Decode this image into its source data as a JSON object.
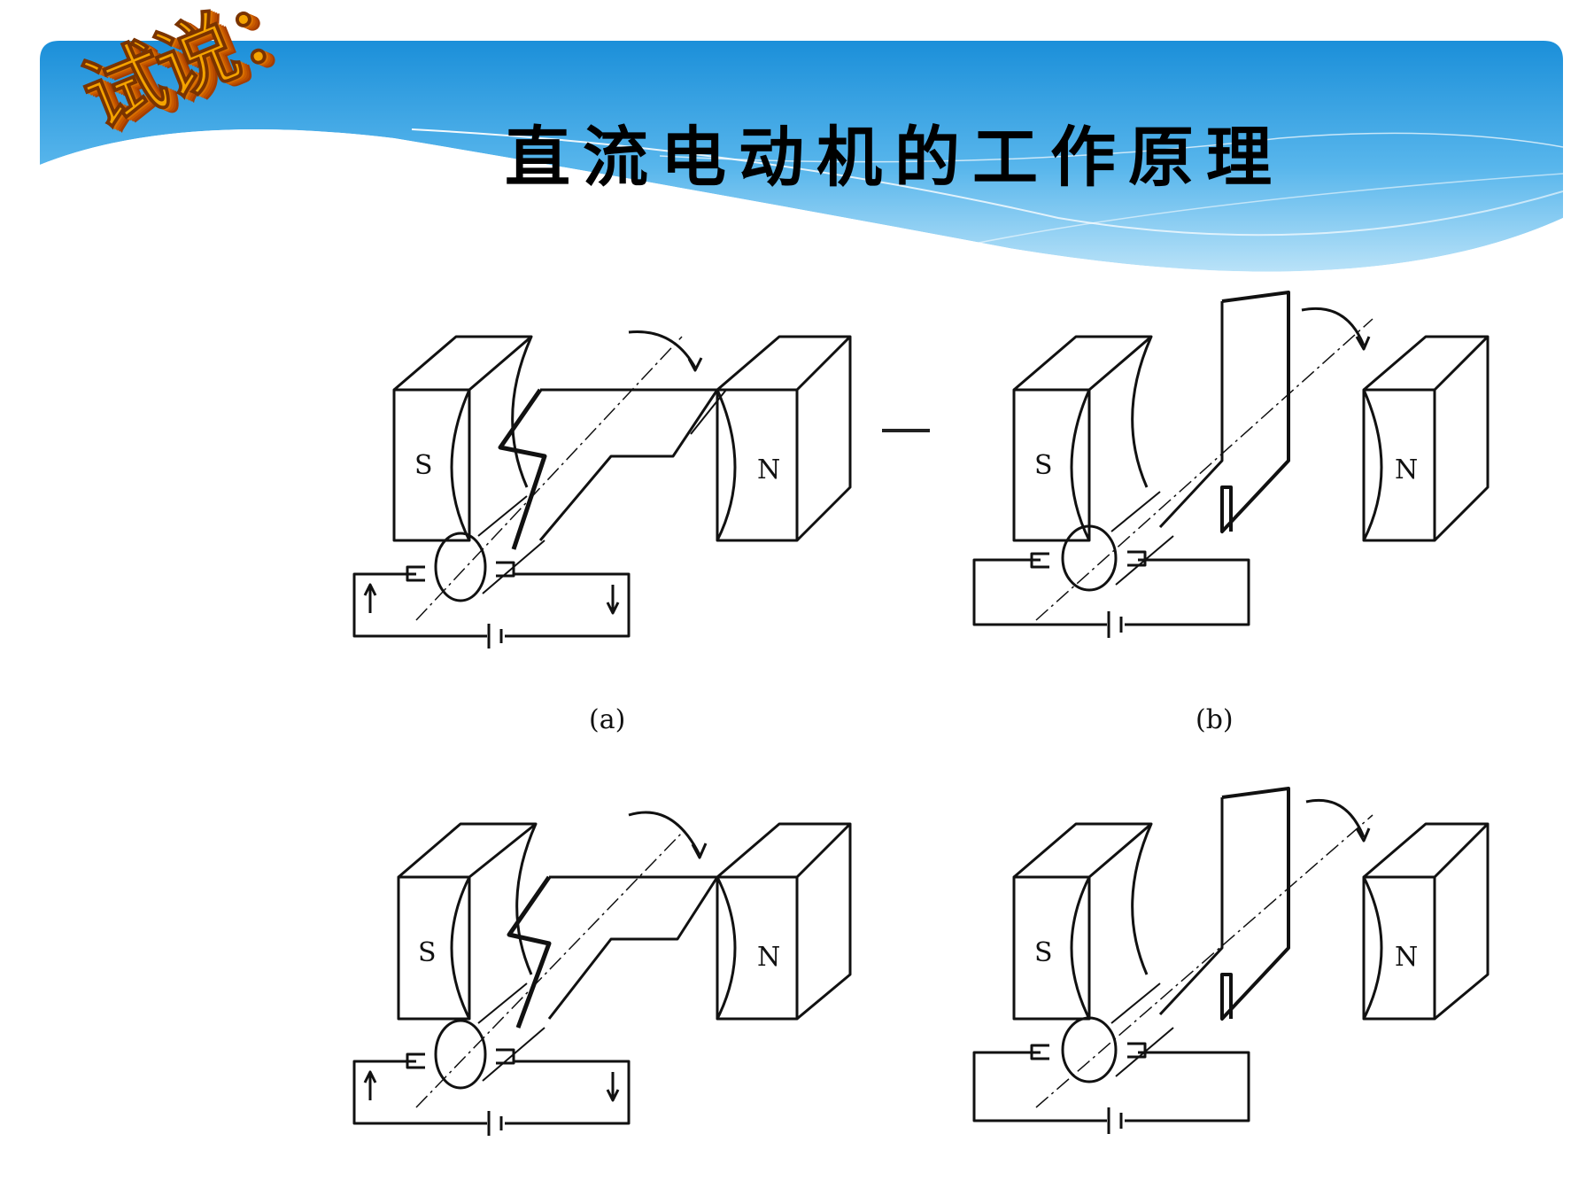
{
  "slide": {
    "badge": "试说：",
    "title": "直流电动机的工作原理",
    "colors": {
      "banner_top": "#1e90d8",
      "banner_light": "#9fd6f5",
      "badge": "#f4a300"
    }
  },
  "figures": [
    {
      "caption": "(a)",
      "south_label": "S",
      "north_label": "N"
    },
    {
      "caption": "(b)",
      "south_label": "S",
      "north_label": "N"
    },
    {
      "caption": "",
      "south_label": "S",
      "north_label": "N"
    },
    {
      "caption": "",
      "south_label": "S",
      "north_label": "N"
    }
  ]
}
